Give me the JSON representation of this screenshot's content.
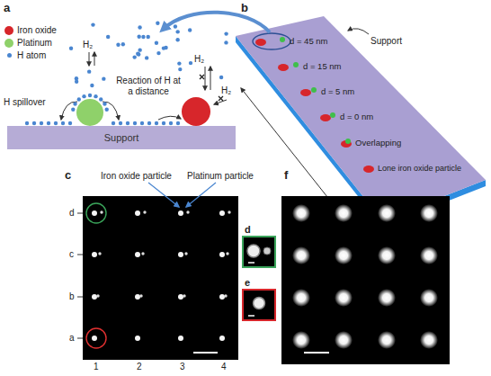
{
  "diagram": {
    "nodes": [
      {
        "text": [
          "Support"
        ]
      }
    ],
    "labels": [
      "a",
      "H₂",
      "H₂",
      "H₂",
      "H spillover",
      "Reaction of H at a distance",
      "b",
      "d = 45 nm",
      "d = 15 nm",
      "d = 5 nm",
      "d = 0 nm",
      "Overlapping",
      "Lone iron oxide particle",
      "Support",
      "c",
      "Iron oxide particle",
      "Platinum particle",
      "d",
      "c",
      "b",
      "a",
      "1",
      "2",
      "3",
      "4",
      "d",
      "e",
      "f"
    ],
    "legend": [
      {
        "text": "Iron oxide",
        "color": "#d7262b"
      },
      {
        "text": "Platinum",
        "color": "#8fd16a"
      },
      {
        "text": "H atom",
        "color": "#4a86d0"
      }
    ]
  }
}
